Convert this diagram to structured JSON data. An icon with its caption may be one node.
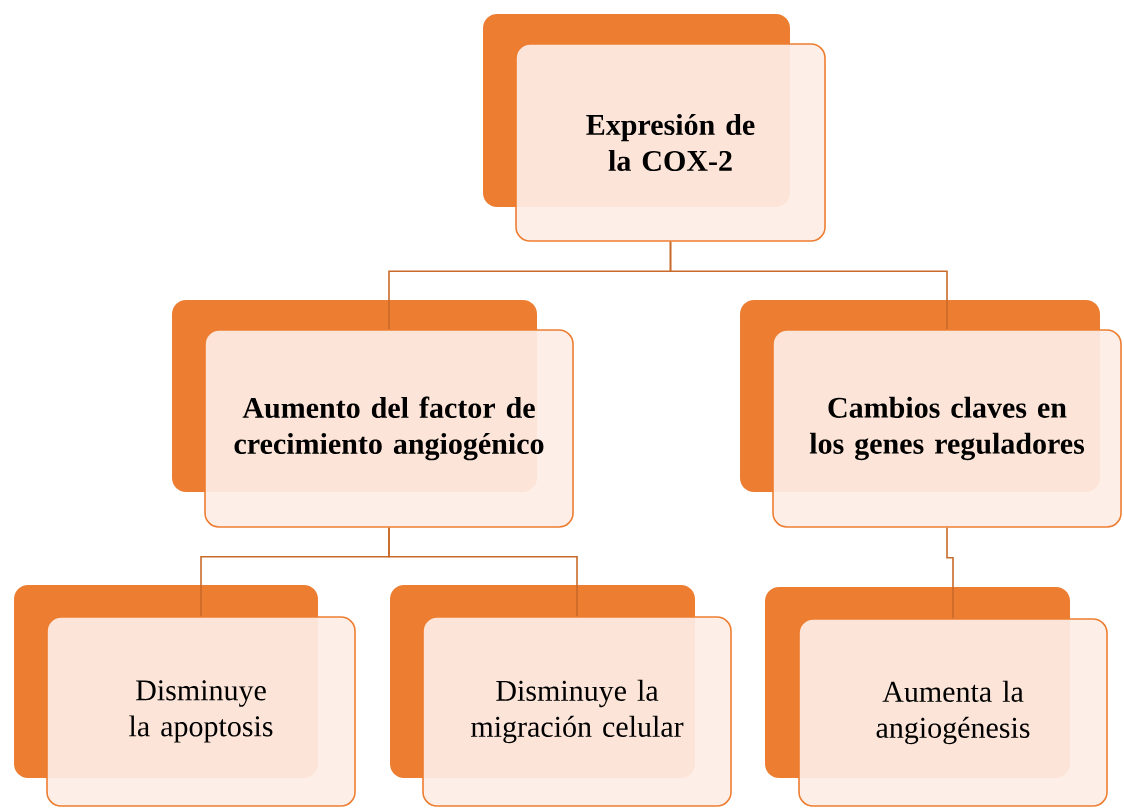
{
  "diagram": {
    "nodes": [
      {
        "text": [
          "Expresión de la COX-2"
        ]
      },
      {
        "text": [
          "Aumento del factor de crecimiento angiogénico"
        ]
      },
      {
        "text": [
          "Cambios claves en los genes reguladores"
        ]
      },
      {
        "text": [
          "Disminuye la apoptosis"
        ]
      },
      {
        "text": [
          "Disminuye la migración celular"
        ]
      },
      {
        "text": [
          "Aumenta la angiogénesis"
        ]
      }
    ],
    "edges": [
      {
        "from": 0,
        "to": 1,
        "arrow": "none"
      },
      {
        "from": 0,
        "to": 2,
        "arrow": "none"
      },
      {
        "from": 1,
        "to": 3,
        "arrow": "none"
      },
      {
        "from": 1,
        "to": 4,
        "arrow": "none"
      },
      {
        "from": 2,
        "to": 5,
        "arrow": "none"
      }
    ]
  }
}
